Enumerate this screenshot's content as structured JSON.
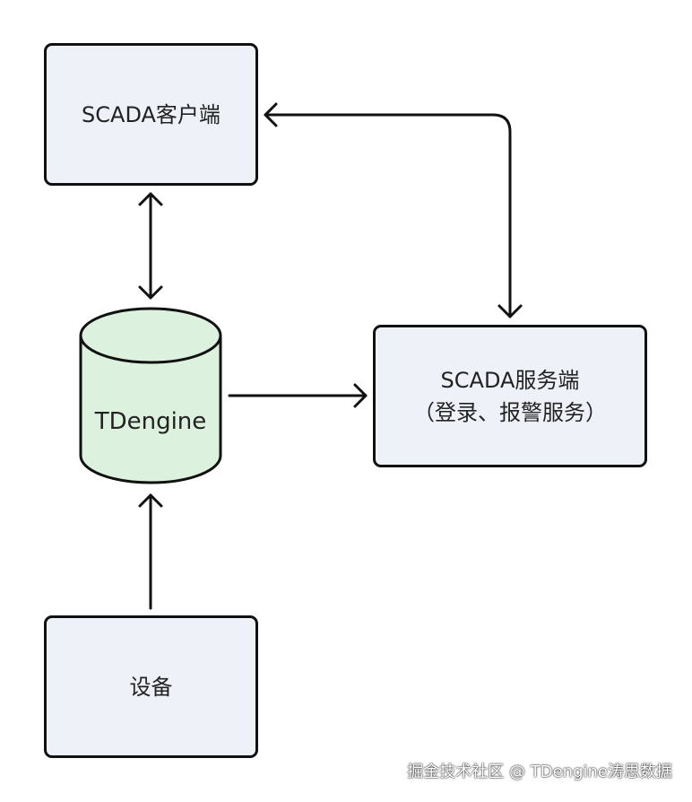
{
  "nodes": {
    "client": {
      "label": "SCADA客户端"
    },
    "database": {
      "label": "TDengine"
    },
    "server": {
      "line1": "SCADA服务端",
      "line2": "（登录、报警服务）"
    },
    "device": {
      "label": "设备"
    }
  },
  "edges": [
    {
      "from": "client",
      "to": "database",
      "direction": "both"
    },
    {
      "from": "client",
      "to": "server",
      "direction": "both"
    },
    {
      "from": "database",
      "to": "server",
      "direction": "forward"
    },
    {
      "from": "device",
      "to": "database",
      "direction": "forward"
    }
  ],
  "watermark": "掘金技术社区 @ TDengine涛思数据",
  "colors": {
    "box_fill": "#eef1f8",
    "cylinder_fill": "#dcf2df",
    "stroke": "#111111"
  }
}
